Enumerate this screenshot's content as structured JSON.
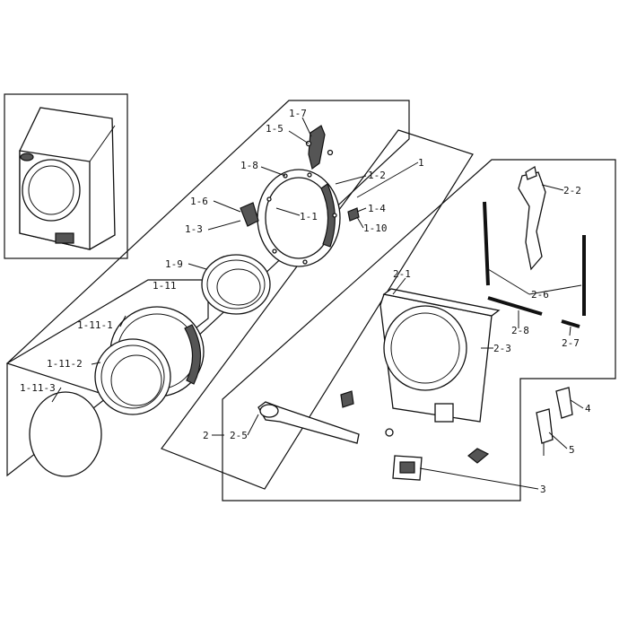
{
  "labels": {
    "l_1": "1",
    "l_1_1": "1-1",
    "l_1_2": "1-2",
    "l_1_3": "1-3",
    "l_1_4": "1-4",
    "l_1_5": "1-5",
    "l_1_6": "1-6",
    "l_1_7": "1-7",
    "l_1_8": "1-8",
    "l_1_9": "1-9",
    "l_1_10": "1-10",
    "l_1_11": "1-11",
    "l_1_11_1": "1-11-1",
    "l_1_11_2": "1-11-2",
    "l_1_11_3": "1-11-3",
    "l_2": "2",
    "l_2_1": "2-1",
    "l_2_2": "2-2",
    "l_2_3": "2-3",
    "l_2_5": "2-5",
    "l_2_6": "2-6",
    "l_2_7": "2-7",
    "l_2_8": "2-8",
    "l_3": "3",
    "l_4": "4",
    "l_5": "5"
  }
}
